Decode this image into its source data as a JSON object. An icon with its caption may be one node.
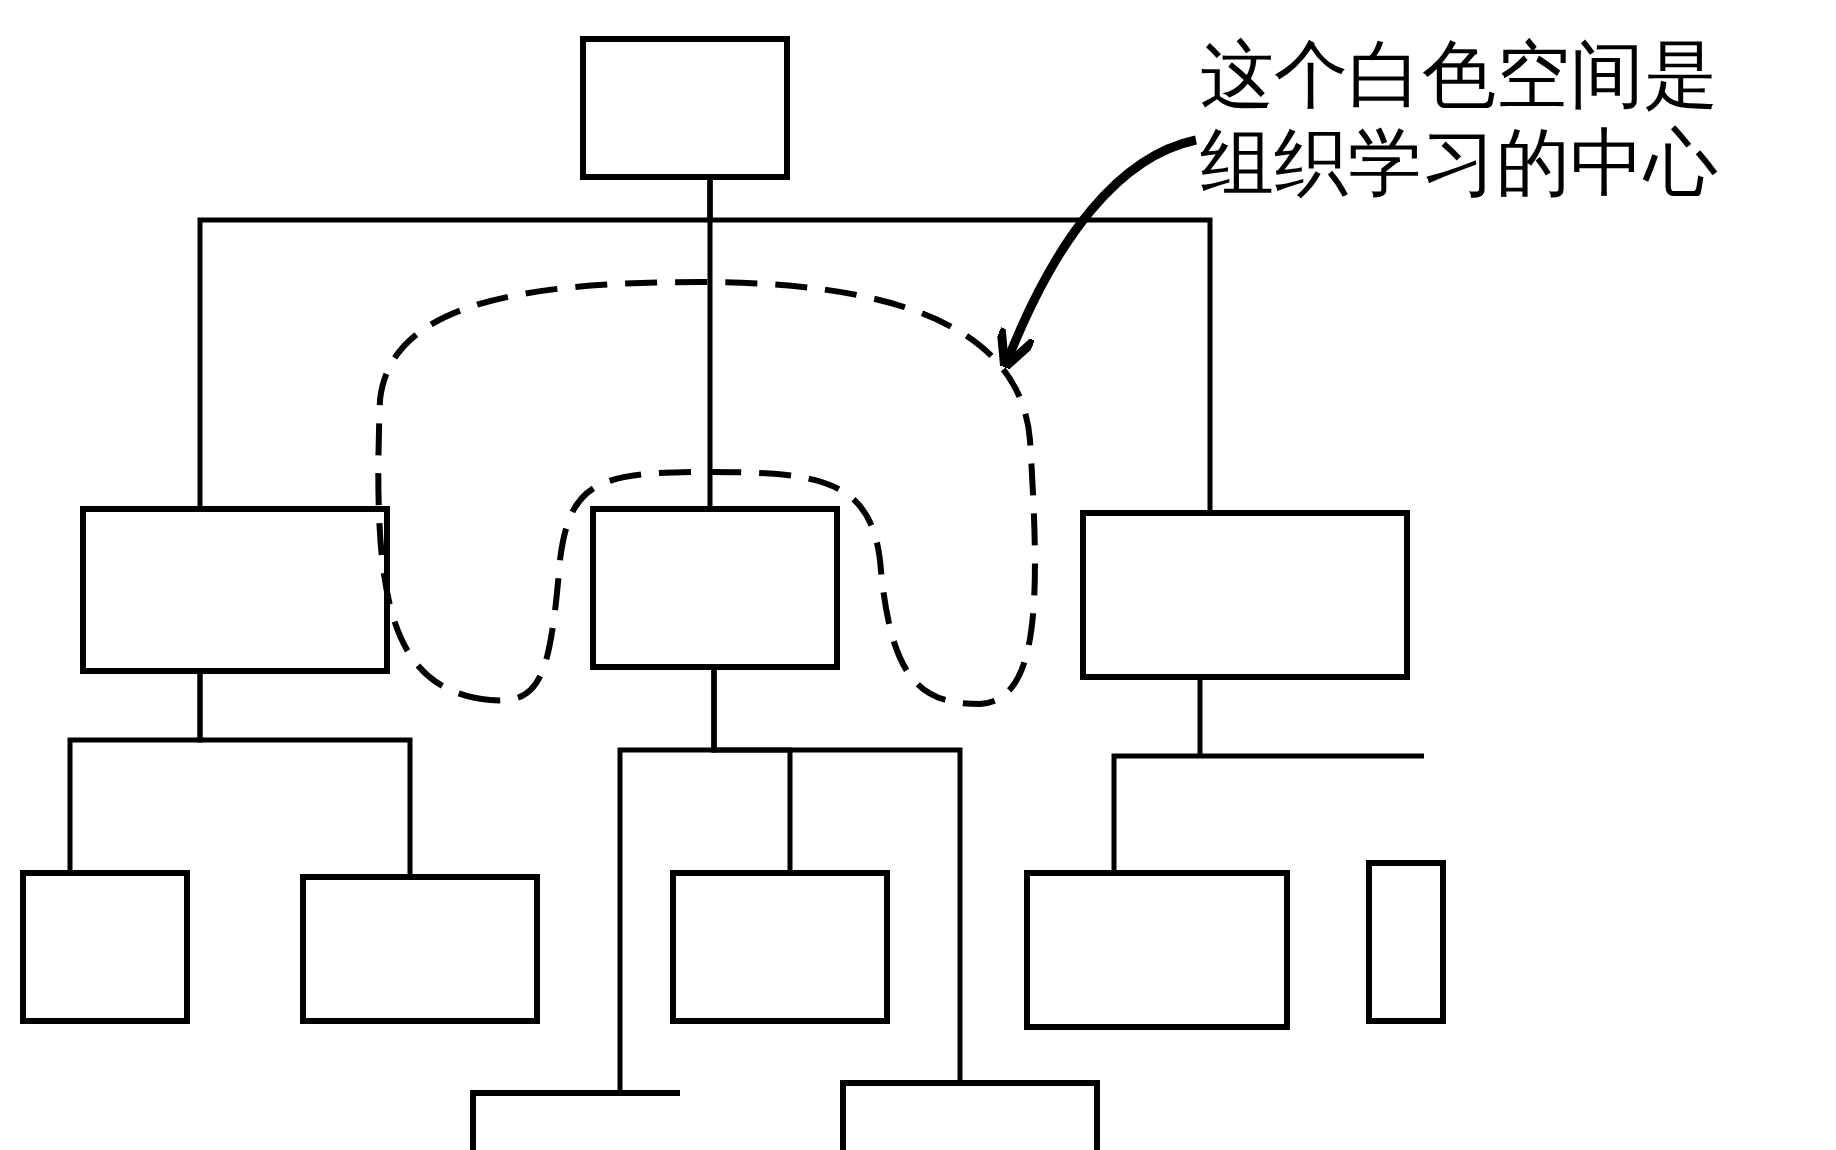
{
  "diagram": {
    "nodes": [
      {
        "text": [],
        "shape": "box"
      },
      {
        "text": [
          "这个白色空间是组织学习的中心"
        ]
      },
      {
        "text": [],
        "shape": "box"
      },
      {
        "text": [],
        "shape": "box"
      },
      {
        "text": [],
        "shape": "box"
      },
      {
        "text": [],
        "shape": "box"
      },
      {
        "text": [],
        "shape": "box"
      },
      {
        "text": [],
        "shape": "box"
      },
      {
        "text": [],
        "shape": "box"
      },
      {
        "text": [],
        "shape": "box"
      },
      {
        "text": [],
        "shape": "box"
      },
      {
        "text": [],
        "shape": "box"
      }
    ],
    "edges": [
      {
        "from": 0,
        "to": 2,
        "arrow": "none"
      },
      {
        "from": 0,
        "to": 3,
        "arrow": "none"
      },
      {
        "from": 0,
        "to": 4,
        "arrow": "none"
      },
      {
        "from": 1,
        "to": null,
        "arrow": "to",
        "style": "thick"
      },
      {
        "from": 2,
        "to": 5,
        "arrow": "none"
      },
      {
        "from": 2,
        "to": 6,
        "arrow": "none"
      },
      {
        "from": 3,
        "to": 10,
        "arrow": "none"
      },
      {
        "from": 3,
        "to": 7,
        "arrow": "none"
      },
      {
        "from": 3,
        "to": 11,
        "arrow": "none"
      },
      {
        "from": 4,
        "to": 8,
        "arrow": "none"
      }
    ]
  }
}
